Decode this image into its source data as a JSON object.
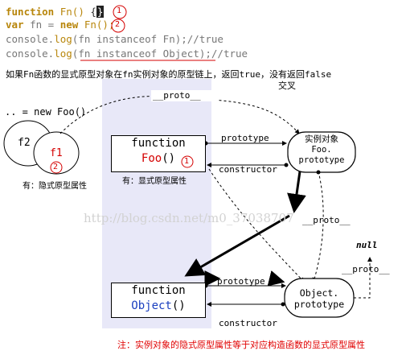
{
  "code": {
    "line1": {
      "kw": "function",
      "name": "Fn()",
      "brace_open": "{",
      "brace_close": "}",
      "marker": "1"
    },
    "line2": {
      "kw1": "var",
      "rest1": "fn = ",
      "kw2": "new",
      "rest2": "Fn();",
      "marker": "2"
    },
    "line3": {
      "obj": "console.",
      "method": "log",
      "args": "(fn instanceof Fn);//true"
    },
    "line4": {
      "obj": "console.",
      "method": "log",
      "open": "(",
      "args": "fn instanceof Object",
      "close": ");//true"
    }
  },
  "description": {
    "prefix": "如果",
    "fn1": "Fn",
    "part2": "函数的显式原型对象在",
    "fn2": "fn",
    "part3": "实例对象的原型链上，返回",
    "true_word": "true",
    "part4": "，没有返回",
    "false_word": "false",
    "line2": "交叉"
  },
  "diagram": {
    "new_foo": ".. = new Foo()",
    "f2": "f2",
    "f1": "f1",
    "f1_marker": "2",
    "f_caption": "有：隐式原型属性",
    "proto_label_top": "__proto__",
    "function_foo": {
      "kw": "function",
      "name": "Foo",
      "parens": "()",
      "marker": "1",
      "caption": "有：显式原型属性"
    },
    "prototype_label_1": "prototype",
    "constructor_label_1": "constructor",
    "foo_prototype": {
      "line1": "实例对象",
      "line2": "Foo.",
      "line3": "prototype"
    },
    "proto_label_mid": "__proto__",
    "null_label": "null",
    "proto_label_right": "__proto__",
    "function_object": {
      "kw": "function",
      "name": "Object",
      "parens": "()"
    },
    "prototype_label_2": "prototype",
    "constructor_label_2": "constructor",
    "object_prototype": {
      "line1": "Object.",
      "line2": "prototype"
    },
    "watermark": "http://blog.csdn.net/m0_37038707",
    "note": "注：实例对象的隐式原型属性等于对应构造函数的显式原型属性"
  }
}
